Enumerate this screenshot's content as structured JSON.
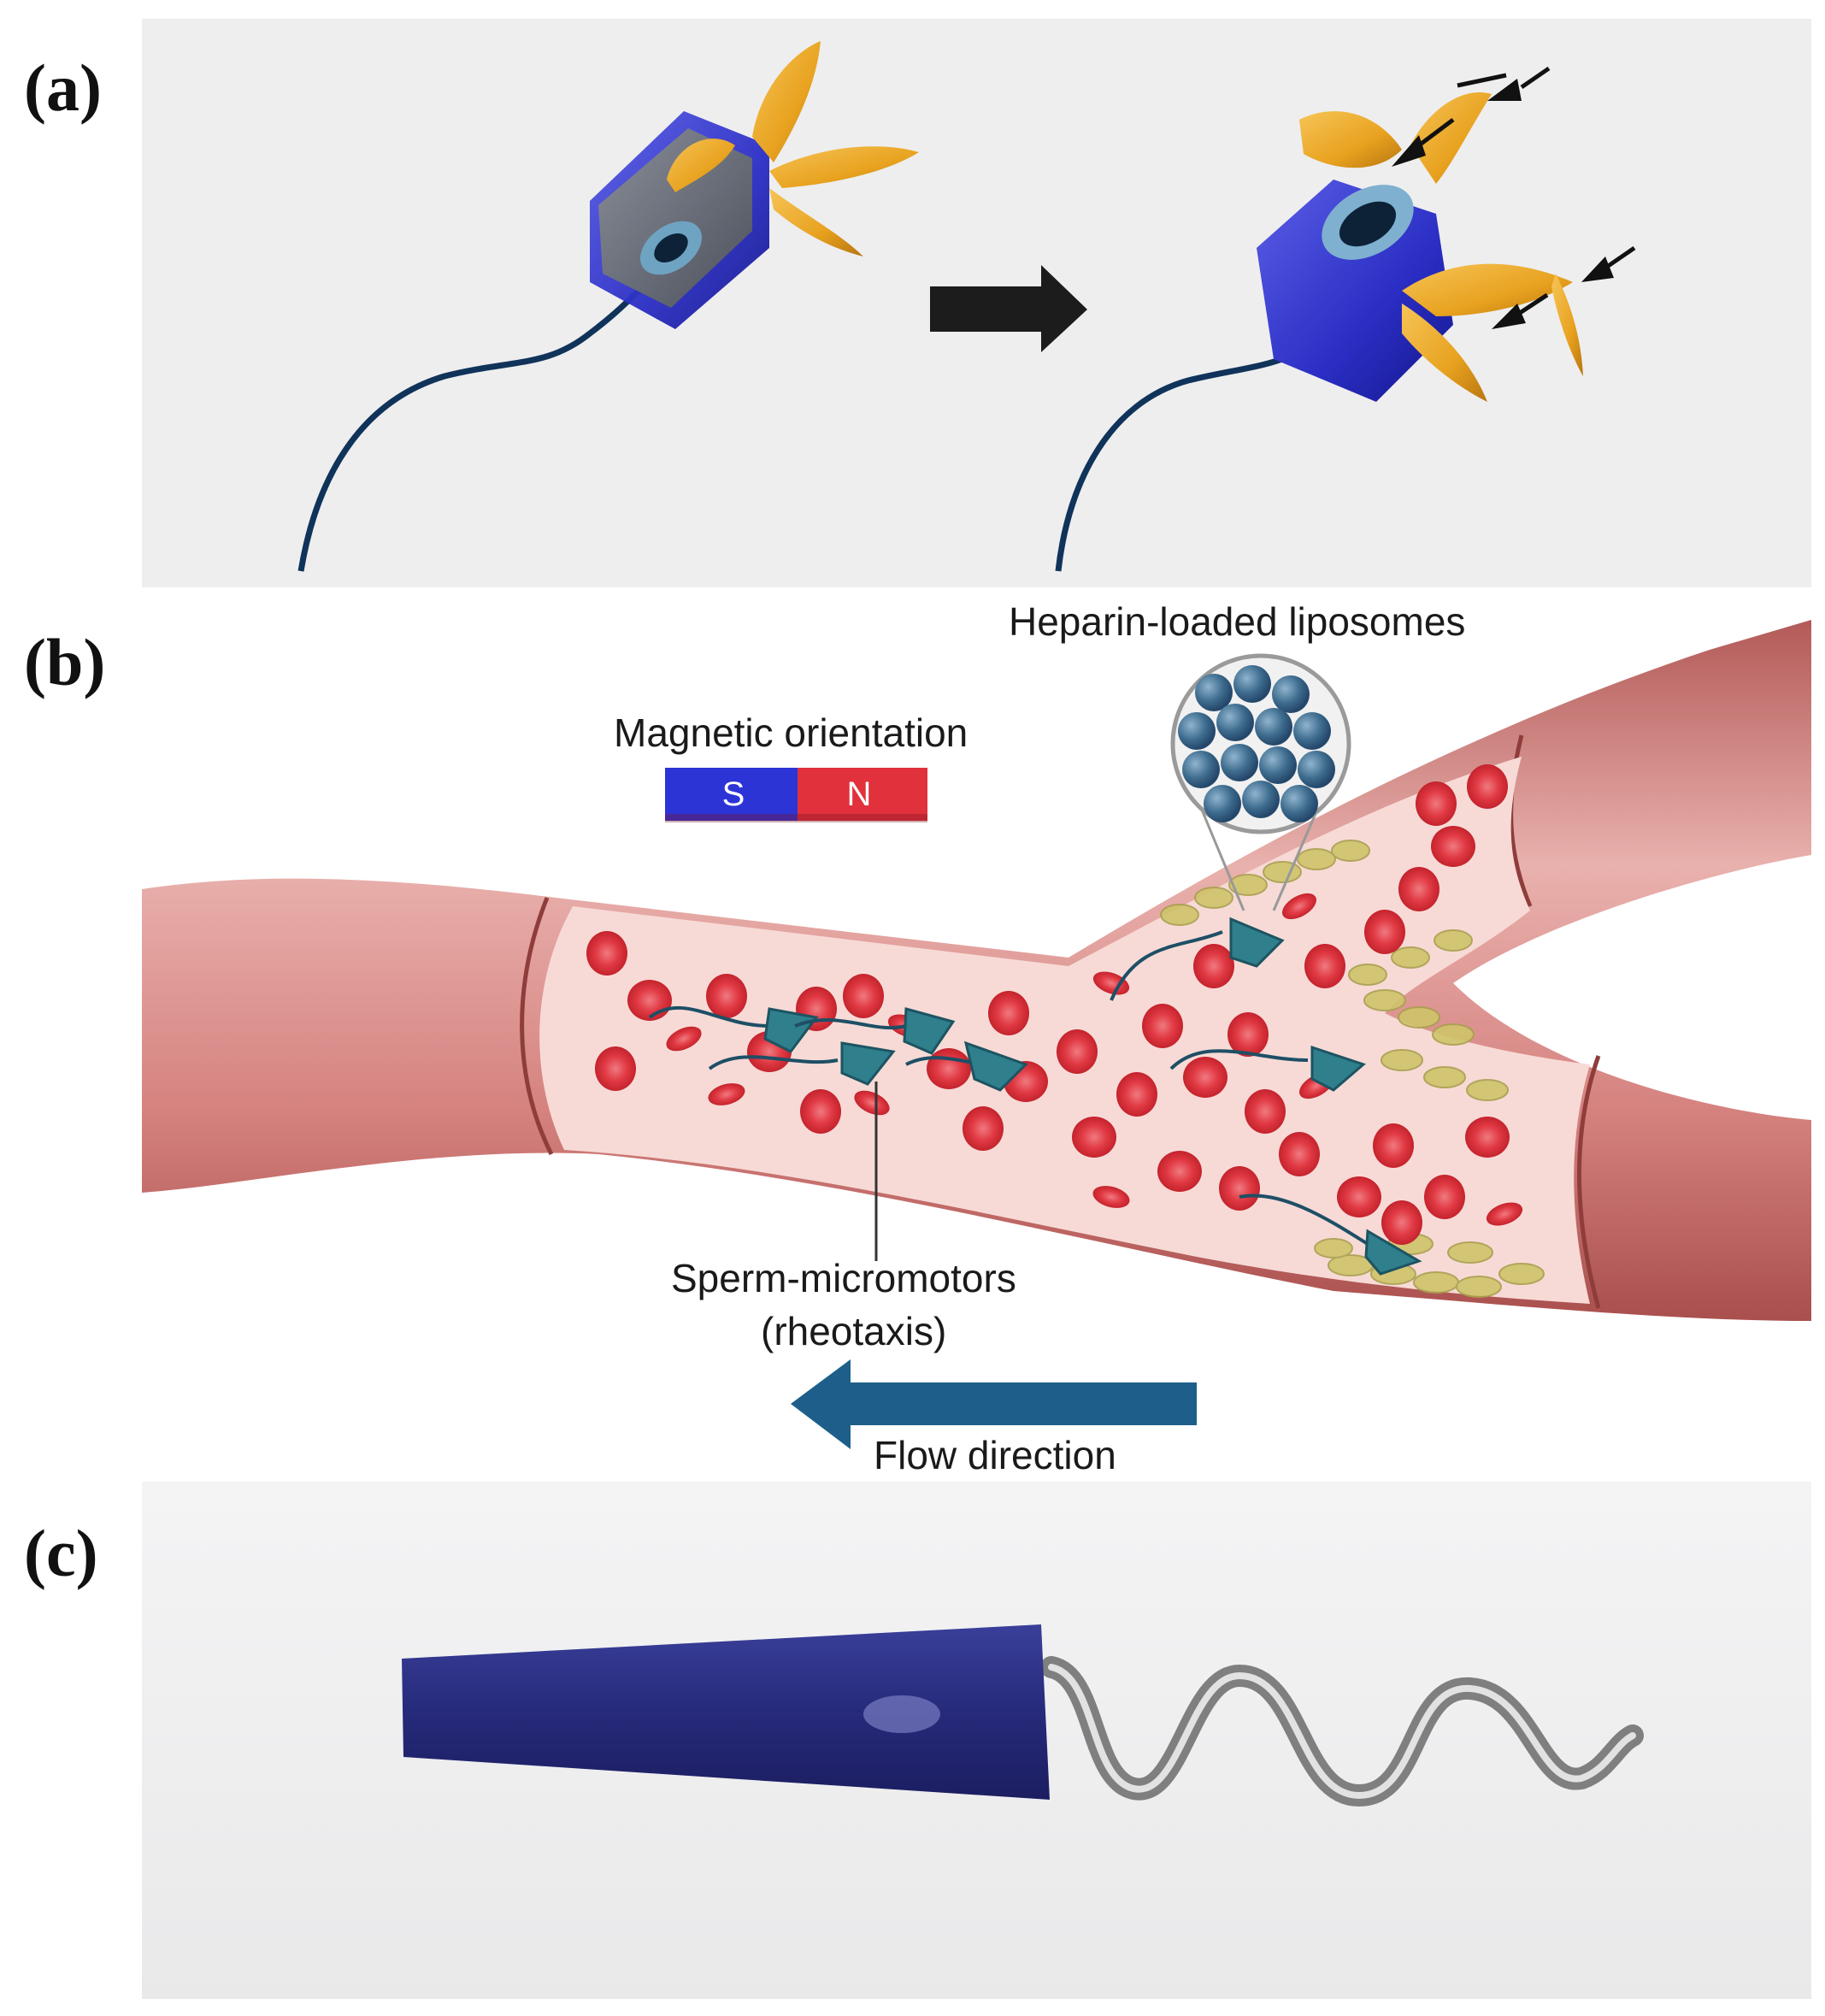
{
  "panels": {
    "a": {
      "label": "(a)"
    },
    "b": {
      "label": "(b)",
      "magnet_title": "Magnetic orientation",
      "magnet_south": "S",
      "magnet_north": "N",
      "liposomes_label": "Heparin-loaded liposomes",
      "micromotors_label_line1": "Sperm-micromotors",
      "micromotors_label_line2": "(rheotaxis)",
      "flow_label": "Flow direction"
    },
    "c": {
      "label": "(c)"
    }
  },
  "colors": {
    "panel_bg": "#eeeeef",
    "tube_blue": "#2a2ec4",
    "arms_gold": "#e8a21f",
    "vessel_wall": "#c8716f",
    "vessel_lumen": "#f6d3cf",
    "rbc": "#e8414a",
    "platelet": "#cfc46a",
    "sperm_teal": "#2f7f8c",
    "flow_arrow": "#1d5f8a",
    "magnet_south": "#2d34d6",
    "magnet_north": "#e0313c",
    "microtube_c": "#2b2f7e",
    "helix_c": "#8f8f8f"
  }
}
